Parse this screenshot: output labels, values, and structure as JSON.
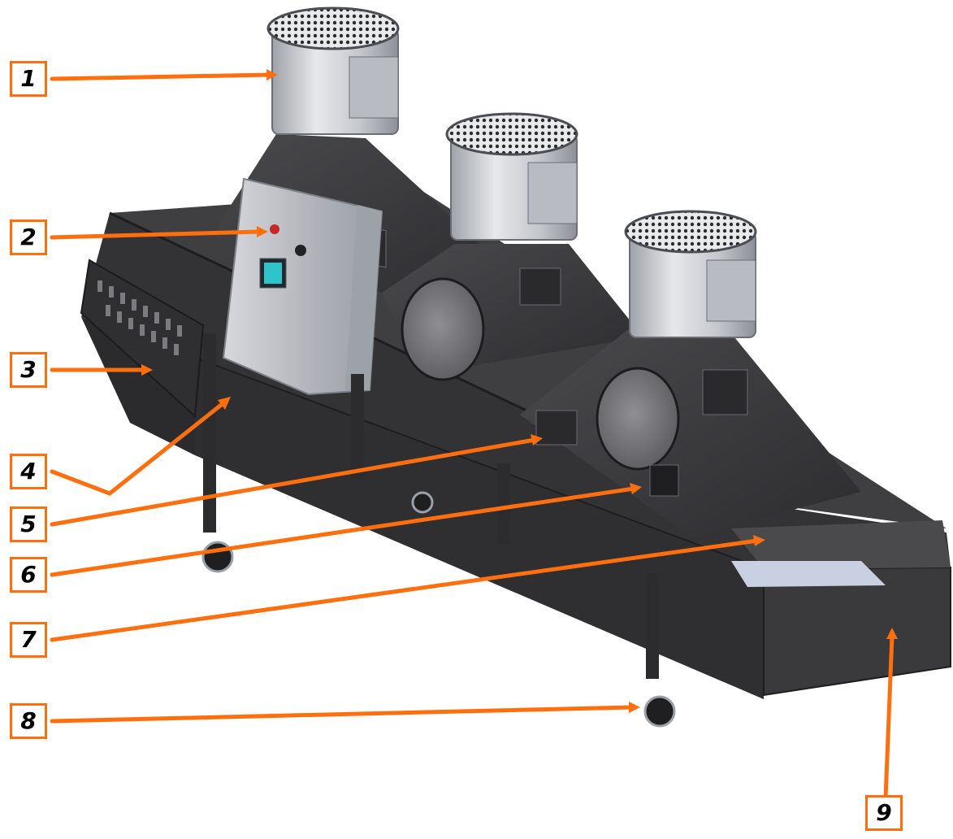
{
  "colors": {
    "callout": "#ff6f0f",
    "machine_body": "#3b3b3d",
    "machine_dark": "#2a2a2c",
    "fan_housing": "#c9ccd1",
    "control_panel": "#b9bcc2"
  },
  "callouts": [
    {
      "number": "1"
    },
    {
      "number": "2"
    },
    {
      "number": "3"
    },
    {
      "number": "4"
    },
    {
      "number": "5"
    },
    {
      "number": "6"
    },
    {
      "number": "7"
    },
    {
      "number": "8"
    },
    {
      "number": "9"
    }
  ]
}
